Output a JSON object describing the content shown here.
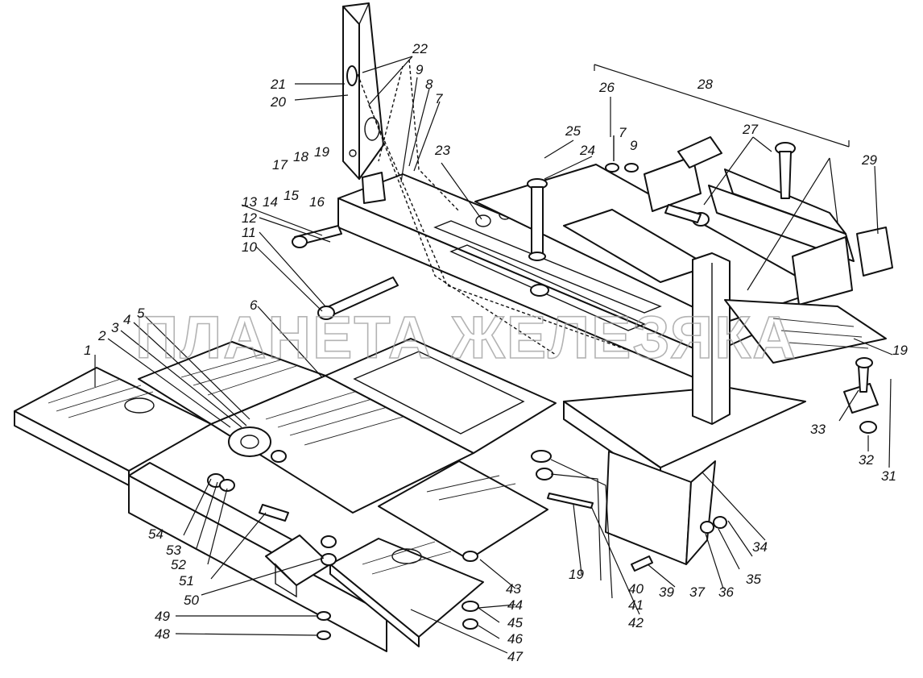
{
  "watermark": "ПЛАНЕТА ЖЕЛЕЗЯКА",
  "callouts": [
    {
      "id": "1",
      "text": "1"
    },
    {
      "id": "2",
      "text": "2"
    },
    {
      "id": "3",
      "text": "3"
    },
    {
      "id": "4",
      "text": "4"
    },
    {
      "id": "5",
      "text": "5"
    },
    {
      "id": "6",
      "text": "6"
    },
    {
      "id": "7a",
      "text": "7"
    },
    {
      "id": "7b",
      "text": "7"
    },
    {
      "id": "8",
      "text": "8"
    },
    {
      "id": "9a",
      "text": "9"
    },
    {
      "id": "9b",
      "text": "9"
    },
    {
      "id": "10",
      "text": "10"
    },
    {
      "id": "11",
      "text": "11"
    },
    {
      "id": "12",
      "text": "12"
    },
    {
      "id": "13",
      "text": "13"
    },
    {
      "id": "14",
      "text": "14"
    },
    {
      "id": "15",
      "text": "15"
    },
    {
      "id": "16",
      "text": "16"
    },
    {
      "id": "17",
      "text": "17"
    },
    {
      "id": "18",
      "text": "18"
    },
    {
      "id": "19a",
      "text": "19"
    },
    {
      "id": "19b",
      "text": "19"
    },
    {
      "id": "19c",
      "text": "19"
    },
    {
      "id": "20",
      "text": "20"
    },
    {
      "id": "21",
      "text": "21"
    },
    {
      "id": "22",
      "text": "22"
    },
    {
      "id": "23",
      "text": "23"
    },
    {
      "id": "24",
      "text": "24"
    },
    {
      "id": "25",
      "text": "25"
    },
    {
      "id": "26",
      "text": "26"
    },
    {
      "id": "27",
      "text": "27"
    },
    {
      "id": "28",
      "text": "28"
    },
    {
      "id": "29",
      "text": "29"
    },
    {
      "id": "31",
      "text": "31"
    },
    {
      "id": "32",
      "text": "32"
    },
    {
      "id": "33",
      "text": "33"
    },
    {
      "id": "34",
      "text": "34"
    },
    {
      "id": "35",
      "text": "35"
    },
    {
      "id": "36",
      "text": "36"
    },
    {
      "id": "37",
      "text": "37"
    },
    {
      "id": "39",
      "text": "39"
    },
    {
      "id": "40",
      "text": "40"
    },
    {
      "id": "41",
      "text": "41"
    },
    {
      "id": "42",
      "text": "42"
    },
    {
      "id": "43",
      "text": "43"
    },
    {
      "id": "44",
      "text": "44"
    },
    {
      "id": "45",
      "text": "45"
    },
    {
      "id": "46",
      "text": "46"
    },
    {
      "id": "47",
      "text": "47"
    },
    {
      "id": "48",
      "text": "48"
    },
    {
      "id": "49",
      "text": "49"
    },
    {
      "id": "50",
      "text": "50"
    },
    {
      "id": "51",
      "text": "51"
    },
    {
      "id": "52",
      "text": "52"
    },
    {
      "id": "53",
      "text": "53"
    },
    {
      "id": "54",
      "text": "54"
    }
  ]
}
